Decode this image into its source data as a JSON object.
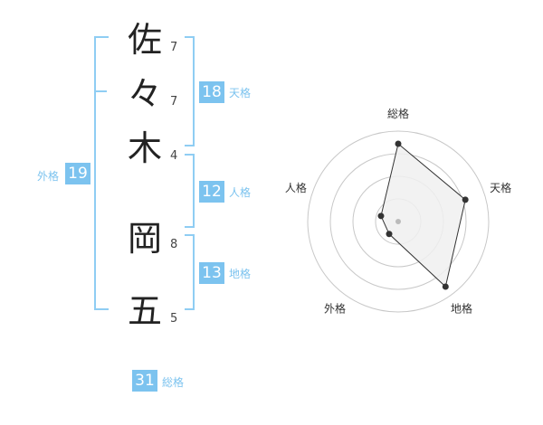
{
  "name": {
    "chars": [
      {
        "char": "佐",
        "strokes": "7"
      },
      {
        "char": "々",
        "strokes": "7"
      },
      {
        "char": "木",
        "strokes": "4"
      },
      {
        "char": "岡",
        "strokes": "8"
      },
      {
        "char": "五",
        "strokes": "5"
      }
    ]
  },
  "fortunes": {
    "tenkaku": {
      "value": "18",
      "label": "天格"
    },
    "jinkaku": {
      "value": "12",
      "label": "人格"
    },
    "chikaku": {
      "value": "13",
      "label": "地格"
    },
    "gaikaku": {
      "value": "19",
      "label": "外格"
    },
    "soukaku": {
      "value": "31",
      "label": "総格"
    }
  },
  "chart_data": {
    "type": "radar",
    "axes": [
      "総格",
      "天格",
      "地格",
      "外格",
      "人格"
    ],
    "values": [
      0.86,
      0.78,
      0.89,
      0.17,
      0.2
    ],
    "rings": 4,
    "colors": {
      "fill": "#f0f0f0",
      "stroke": "#333333",
      "grid": "#c8c8c8",
      "accent": "#7cc3ef"
    }
  }
}
